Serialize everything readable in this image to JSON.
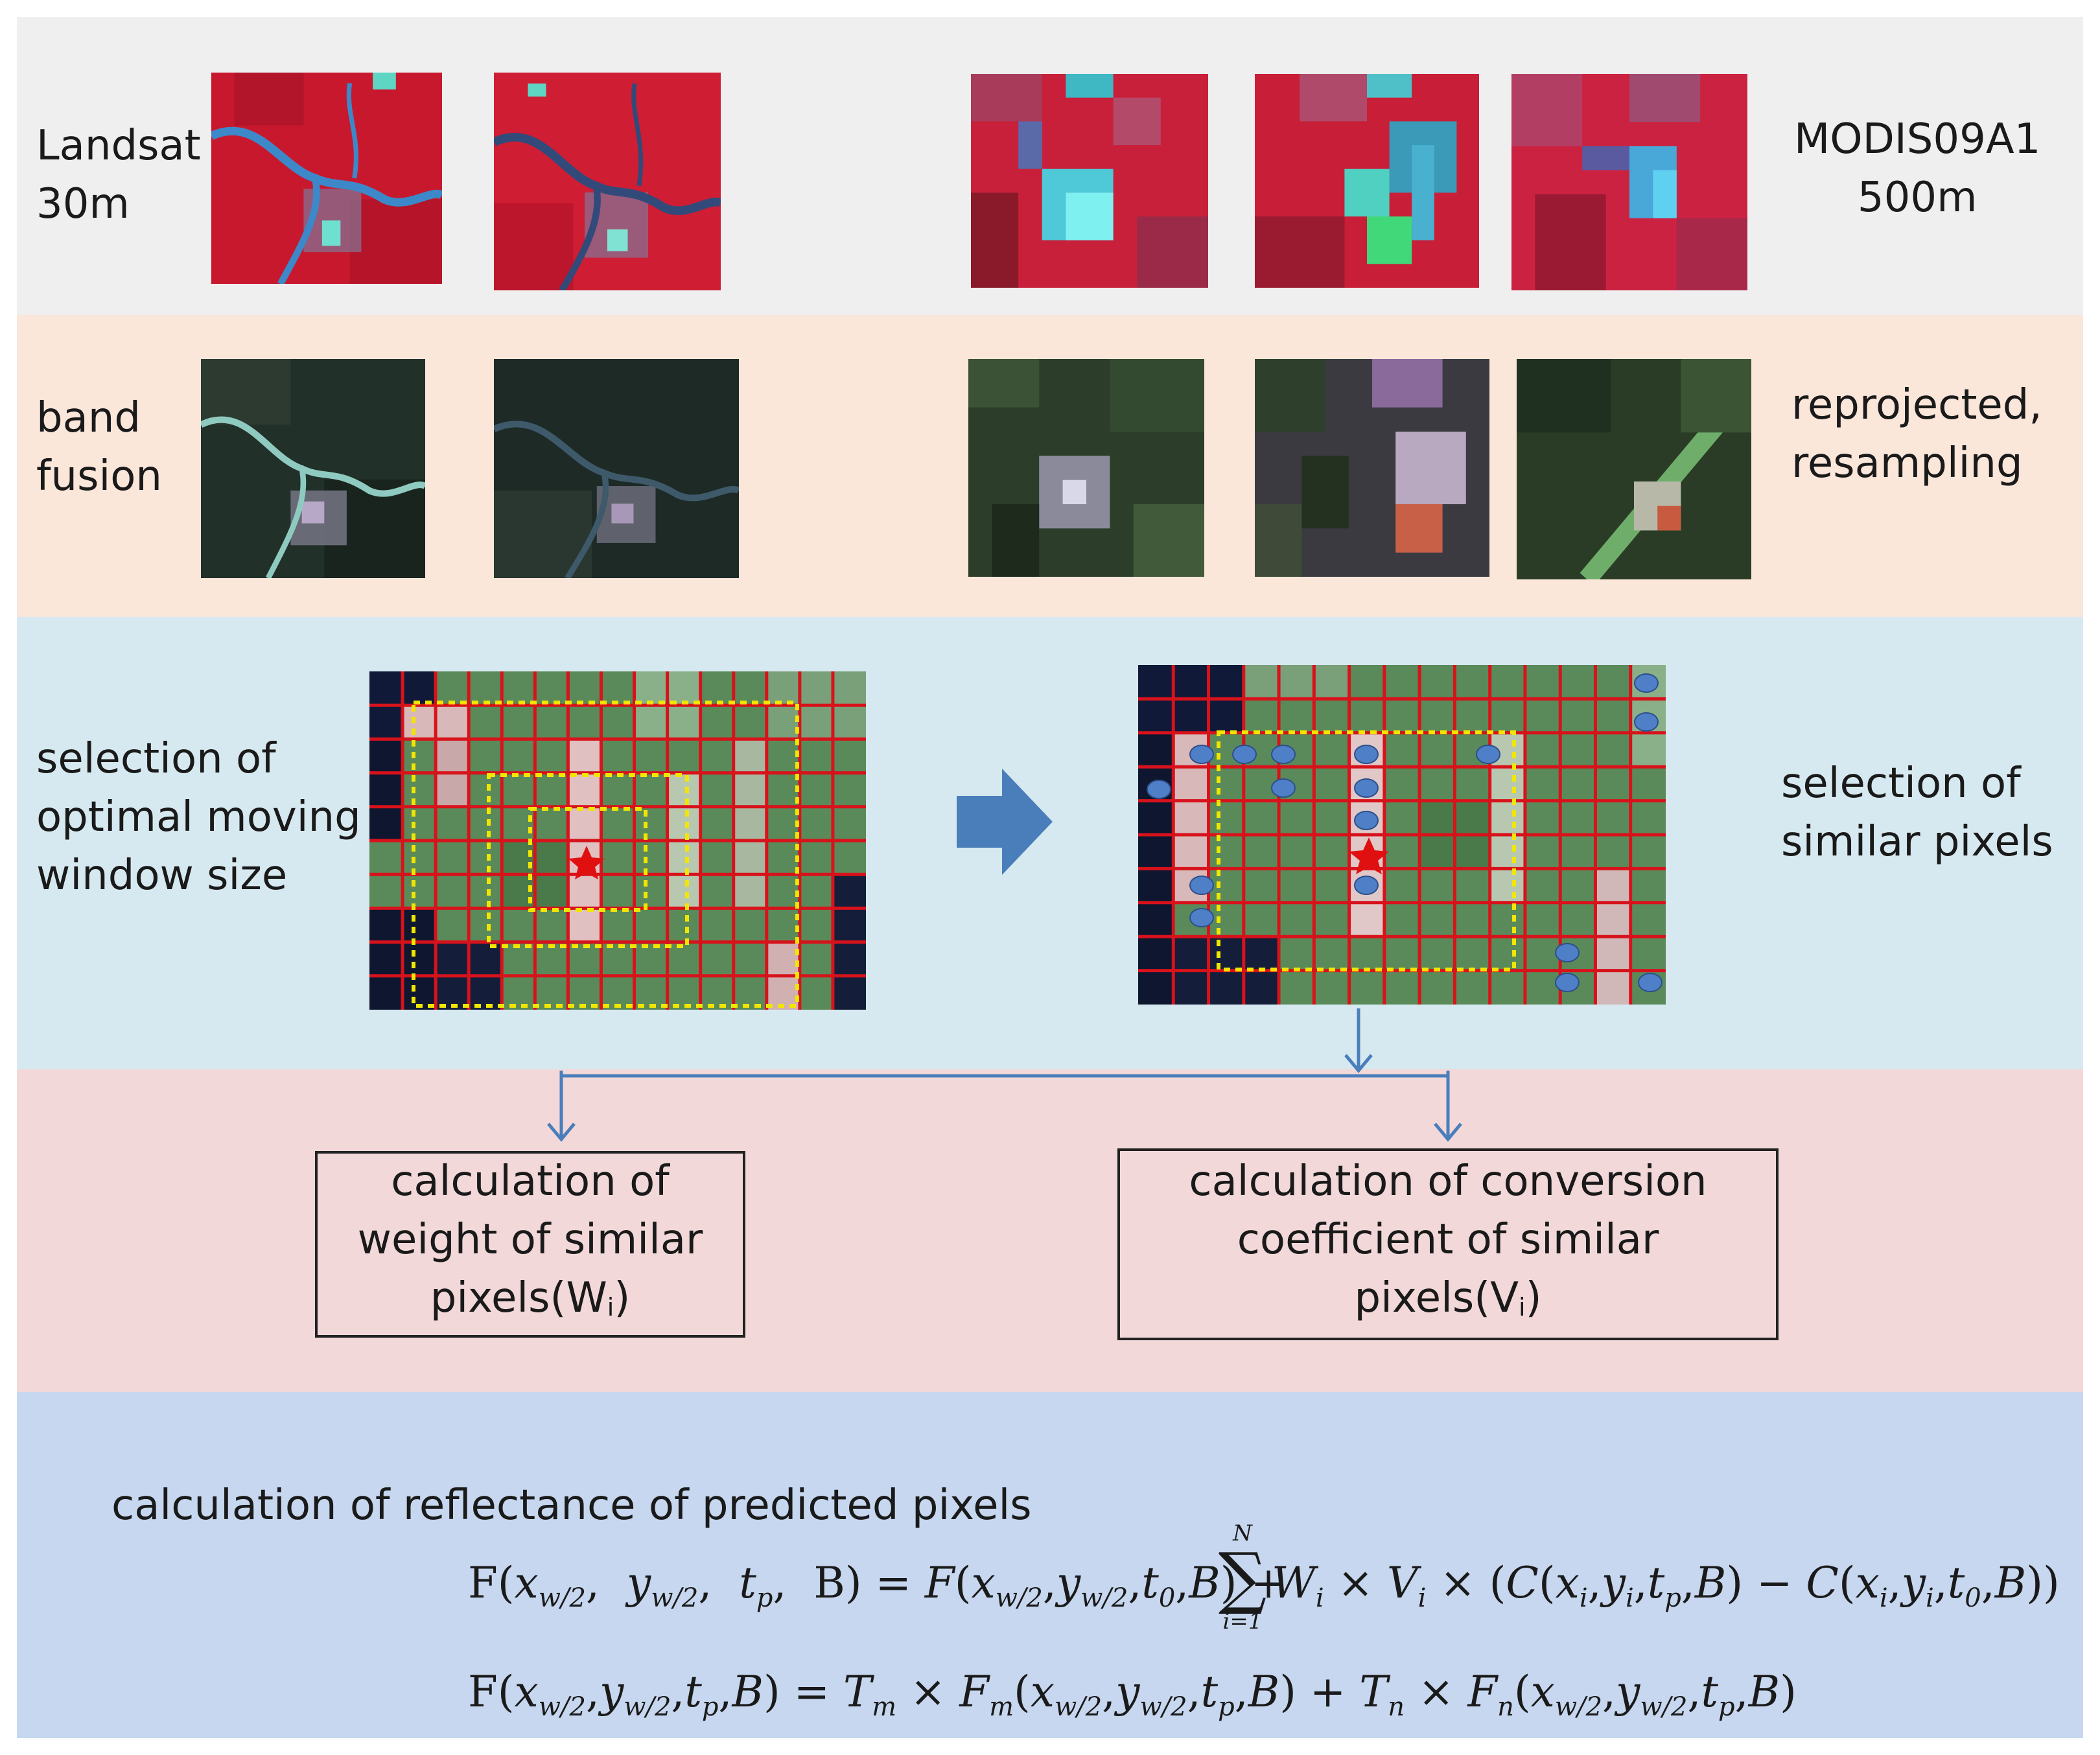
{
  "rows": {
    "row1": {
      "left_label": "Landsat\n30m",
      "right_label": "MODIS09A1\n500m",
      "bg": "#efefef"
    },
    "row2": {
      "left_label": "band\nfusion",
      "right_label": "reprojected,\nresampling",
      "bg": "#fbe6da"
    },
    "row3": {
      "left_label": "selection of\noptimal moving\nwindow size",
      "right_label": "selection of\nsimilar pixels",
      "bg": "#d7e9f0"
    },
    "row4": {
      "box_left": {
        "line1": "calculation of",
        "line2": "weight of similar",
        "line3": "pixels(W",
        "sub": "i",
        "close": ")"
      },
      "box_right": {
        "line1": "calculation of conversion",
        "line2": "coefficient of similar",
        "line3": "pixels(V",
        "sub": "i",
        "close": ")"
      },
      "bg": "#f2d8d8"
    },
    "row5": {
      "title": "calculation of reflectance of predicted pixels",
      "sum_upper": "N",
      "sum_lower": "i=1",
      "bg": "#c6d7ef"
    }
  },
  "colors": {
    "grid_red": "#d8121b",
    "window_yellow": "#f2e600",
    "arrow_blue": "#4a7ebb",
    "dot_blue": "#4f7fc7",
    "star_red": "#e01010"
  }
}
